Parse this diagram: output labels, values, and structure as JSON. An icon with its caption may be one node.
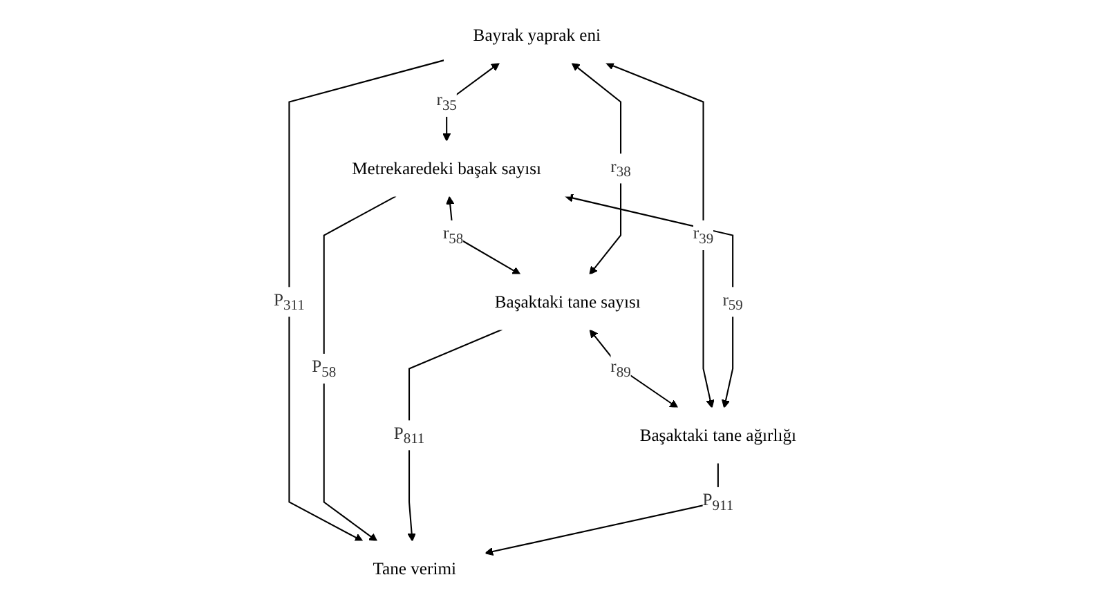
{
  "diagram": {
    "nodes": [
      {
        "text": [
          "Bayrak yaprak eni"
        ]
      },
      {
        "text": [
          "Metrekaredeki başak sayısı"
        ]
      },
      {
        "text": [
          "Başaktaki tane sayısı"
        ]
      },
      {
        "text": [
          "Başaktaki tane ağırlığı"
        ]
      },
      {
        "text": [
          "Tane verimi"
        ]
      }
    ],
    "edges": [
      {
        "from": 0,
        "to": 1,
        "arrow": "both",
        "label": "r$_{35}$"
      },
      {
        "from": 1,
        "to": 2,
        "arrow": "both",
        "label": "r$_{58}$"
      },
      {
        "from": 2,
        "to": 3,
        "arrow": "both",
        "label": "r$_{89}$"
      },
      {
        "from": 0,
        "to": 2,
        "arrow": "both",
        "label": "r$_{38}$"
      },
      {
        "from": 0,
        "to": 3,
        "arrow": "both",
        "label": "r$_{39}$"
      },
      {
        "from": 1,
        "to": 3,
        "arrow": "both",
        "label": "r$_{59}$"
      },
      {
        "from": 0,
        "to": 4,
        "arrow": "to",
        "label": "P$_{311}$"
      },
      {
        "from": 1,
        "to": 4,
        "arrow": "to",
        "label": "P$_{58}$"
      },
      {
        "from": 2,
        "to": 4,
        "arrow": "to",
        "label": "P$_{811}$"
      },
      {
        "from": 3,
        "to": 4,
        "arrow": "to",
        "label": "P$_{911}$"
      }
    ]
  }
}
